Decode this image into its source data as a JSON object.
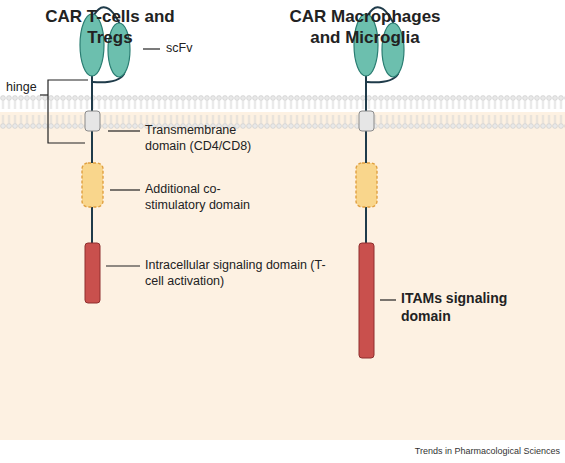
{
  "diagram": {
    "labels": [
      "CAR T-cells and Tregs",
      "CAR Macrophages and Microglia",
      "scFv",
      "hinge",
      "Transmembrane domain (CD4/CD8)",
      "Additional co-stimulatory domain",
      "Intracellular signaling domain (T-cell activation)",
      "ITAMs signaling domain",
      "Trends in Pharmacological Sciences"
    ]
  }
}
